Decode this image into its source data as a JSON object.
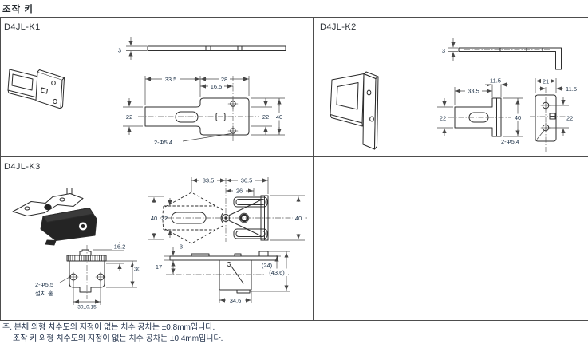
{
  "page": {
    "title": "조작 키",
    "notes": {
      "line1": "주. 본체 외형 치수도의 지정이 없는 치수 공차는 ±0.8mm입니다.",
      "line2": "조작 키 외형 치수도의 지정이 없는 치수 공차는 ±0.4mm입니다."
    }
  },
  "sections": {
    "k1": {
      "label": "D4JL-K1",
      "dims": {
        "t3": "3",
        "w335": "33.5",
        "w28": "28",
        "w165": "16.5",
        "h22l": "22",
        "h22r": "22",
        "h40": "40",
        "holes": "2-Φ5.4"
      }
    },
    "k2": {
      "label": "D4JL-K2",
      "dims": {
        "t3": "3",
        "w335": "33.5",
        "w115": "11.5",
        "h22l": "22",
        "h40": "40",
        "w21": "21",
        "w115r": "11.5",
        "h22r": "22",
        "holes": "2-Φ5.4"
      }
    },
    "k3": {
      "label": "D4JL-K3",
      "dims": {
        "w335": "33.5",
        "w365": "36.5",
        "w26": "26",
        "h40l": "40",
        "h22": "22",
        "h40r": "40",
        "h162": "16.2",
        "h30": "30",
        "holes": "2-Φ5.5",
        "holesLabel": "설치 홀",
        "w30tol": "30±0.15",
        "t3": "3",
        "h17": "17",
        "h24": "(24)",
        "h436": "(43.6)",
        "w346": "34.6"
      }
    }
  }
}
